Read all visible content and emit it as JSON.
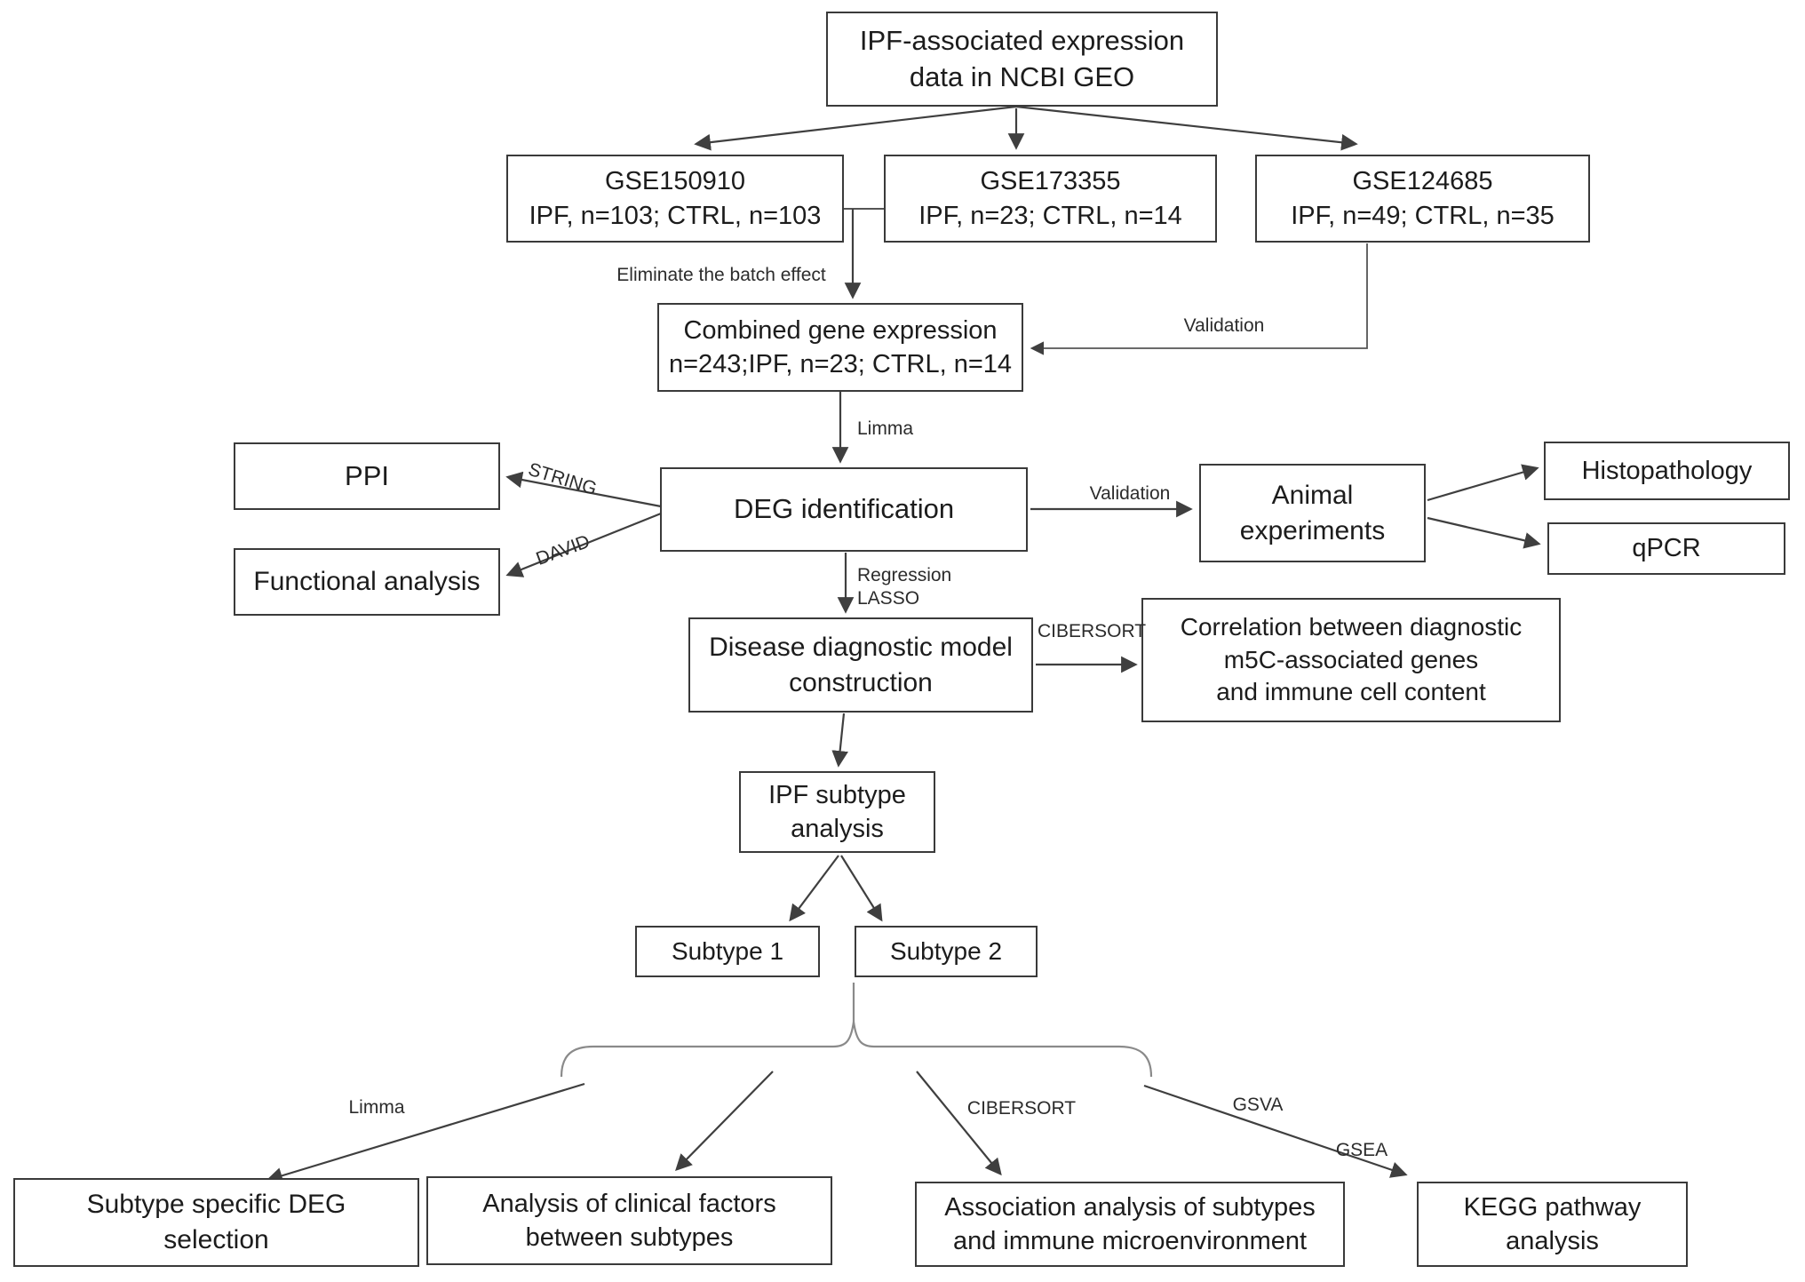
{
  "diagram": {
    "boxes": {
      "geo": "IPF-associated expression\ndata in NCBI GEO",
      "gse150910": "GSE150910\nIPF, n=103; CTRL, n=103",
      "gse173355": "GSE173355\nIPF, n=23; CTRL, n=14",
      "gse124685": "GSE124685\nIPF, n=49; CTRL, n=35",
      "combined": "Combined gene expression\nn=243;IPF, n=23; CTRL, n=14",
      "ppi": "PPI",
      "functional": "Functional analysis",
      "deg": "DEG identification",
      "animal": "Animal\nexperiments",
      "histopathology": "Histopathology",
      "qpcr": "qPCR",
      "model": "Disease diagnostic model\nconstruction",
      "correlation": "Correlation between diagnostic\nm5C-associated genes\nand immune cell content",
      "subtype_analysis": "IPF subtype\nanalysis",
      "subtype1": "Subtype 1",
      "subtype2": "Subtype 2",
      "subtype_deg": "Subtype specific DEG\nselection",
      "clinical": "Analysis of clinical factors\nbetween subtypes",
      "association": "Association analysis of subtypes\nand immune microenvironment",
      "kegg": "KEGG pathway\nanalysis"
    },
    "labels": {
      "eliminate_batch": "Eliminate the batch effect",
      "validation_combined": "Validation",
      "limma_deg": "Limma",
      "string": "STRING",
      "david": "DAVID",
      "validation_animal": "Validation",
      "regression_lasso": "Regression\nLASSO",
      "cibersort_model": "CIBERSORT",
      "limma_subtype": "Limma",
      "cibersort_subtype": "CIBERSORT",
      "gsva": "GSVA",
      "gsea": "GSEA"
    },
    "colors": {
      "background": "#ffffff",
      "box_border": "#3a3a3a",
      "text": "#1c1c1c",
      "line": "#3f3f3f",
      "brace": "#8a8a8a"
    }
  }
}
